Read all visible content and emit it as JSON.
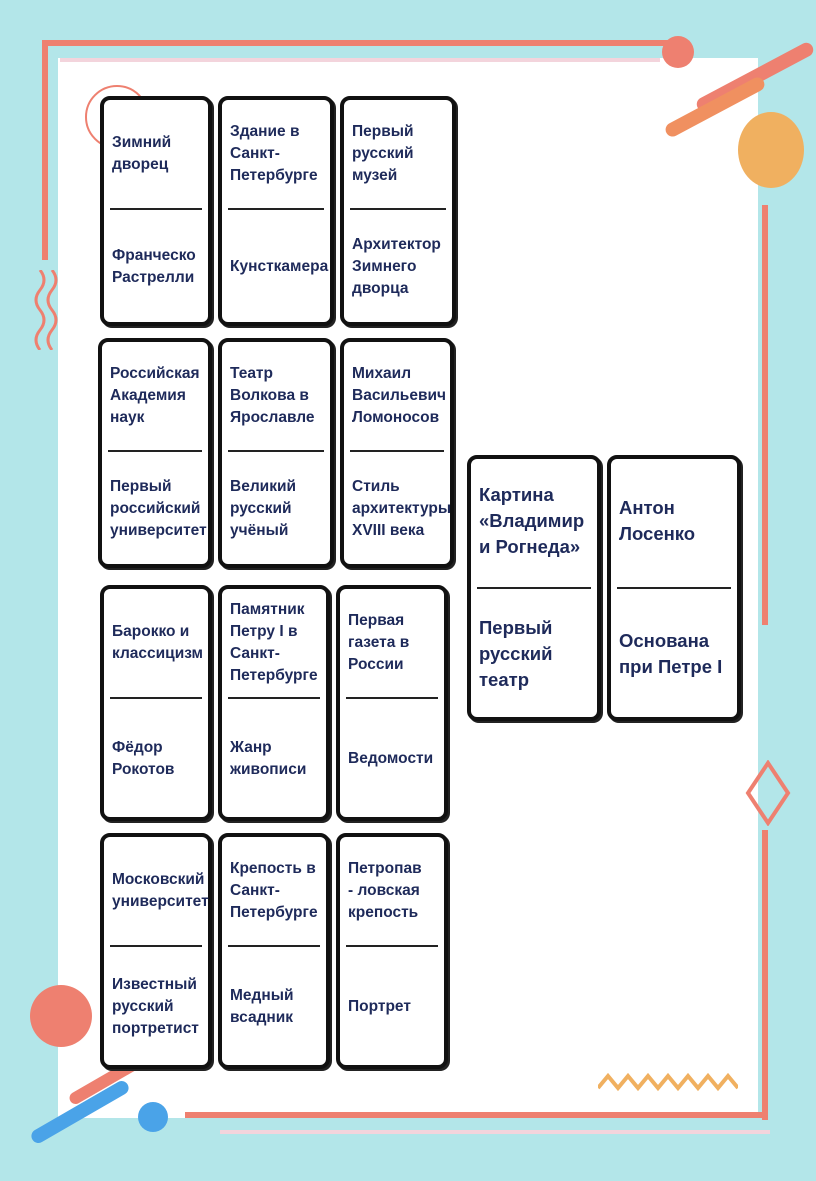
{
  "colors": {
    "background": "#b3e6e9",
    "accent_red": "#ee8070",
    "text": "#1e2a5a",
    "orange": "#f0b060",
    "blue": "#4aa3e8"
  },
  "cards": [
    {
      "top": "Зимний\nдворец",
      "bottom": "Франческо\nРастрелли"
    },
    {
      "top": "Здание в\nСанкт-\nПетербурге",
      "bottom": "Кунсткамера"
    },
    {
      "top": "Первый\nрусский\nмузей",
      "bottom": "Архитектор\nЗимнего\nдворца"
    },
    {
      "top": "Российская\nАкадемия\nнаук",
      "bottom": "Первый\nроссийский\nуниверситет"
    },
    {
      "top": "Театр\nВолкова в\nЯрославле",
      "bottom": "Великий\nрусский\nучёный"
    },
    {
      "top": "Михаил\nВасильевич\nЛомоносов",
      "bottom": "Стиль\nархитектуры\nXVIII века"
    },
    {
      "top": "Барокко и\nклассицизм",
      "bottom": "Фёдор\nРокотов"
    },
    {
      "top": "Памятник\nПетру I в\nСанкт-\nПетербурге",
      "bottom": "Жанр\nживописи"
    },
    {
      "top": "Первая\nгазета в\nРоссии",
      "bottom": "Ведомости"
    },
    {
      "top": "Московский\nуниверситет",
      "bottom": "Известный\nрусский\nпортретист"
    },
    {
      "top": "Крепость в\nСанкт-\nПетербурге",
      "bottom": "Медный\nвсадник"
    },
    {
      "top": "Петропав\n- ловская\nкрепость",
      "bottom": "Портрет"
    },
    {
      "top": "Картина\n«Владимир\nи Рогнеда»",
      "bottom": "Первый\nрусский\nтеатр"
    },
    {
      "top": "Антон\nЛосенко",
      "bottom": "Основана\nпри Петре I"
    }
  ]
}
